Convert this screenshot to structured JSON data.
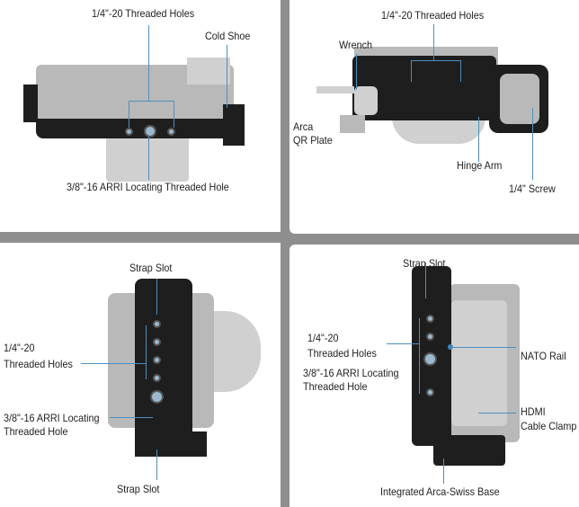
{
  "panels": [
    {
      "labels": {
        "threaded_holes": "1/4\"-20 Threaded Holes",
        "cold_shoe": "Cold Shoe",
        "arri": "3/8\"-16 ARRI Locating Threaded Hole"
      }
    },
    {
      "labels": {
        "threaded_holes": "1/4\"-20 Threaded Holes",
        "wrench": "Wrench",
        "arca_qr": "Arca\nQR Plate",
        "arca_line1": "Arca",
        "arca_line2": "QR Plate",
        "hinge_arm": "Hinge Arm",
        "screw": "1/4\" Screw"
      }
    },
    {
      "labels": {
        "strap_slot_top": "Strap Slot",
        "threaded_line1": "1/4\"-20",
        "threaded_line2": "Threaded Holes",
        "arri_line1": "3/8\"-16  ARRI Locating",
        "arri_line2": "Threaded Hole",
        "strap_slot_bottom": "Strap Slot"
      }
    },
    {
      "labels": {
        "strap_slot": "Strap Slot",
        "threaded_line1": "1/4\"-20",
        "threaded_line2": "Threaded Holes",
        "arri_line1": "3/8\"-16  ARRI Locating",
        "arri_line2": "Threaded Hole",
        "nato_rail": "NATO Rail",
        "hdmi_line1": "HDMI",
        "hdmi_line2": "Cable Clamp",
        "arca_base": "Integrated Arca-Swiss Base"
      }
    }
  ],
  "colors": {
    "callout_line": "#4f8fbd",
    "background": "#8e8e8e"
  }
}
